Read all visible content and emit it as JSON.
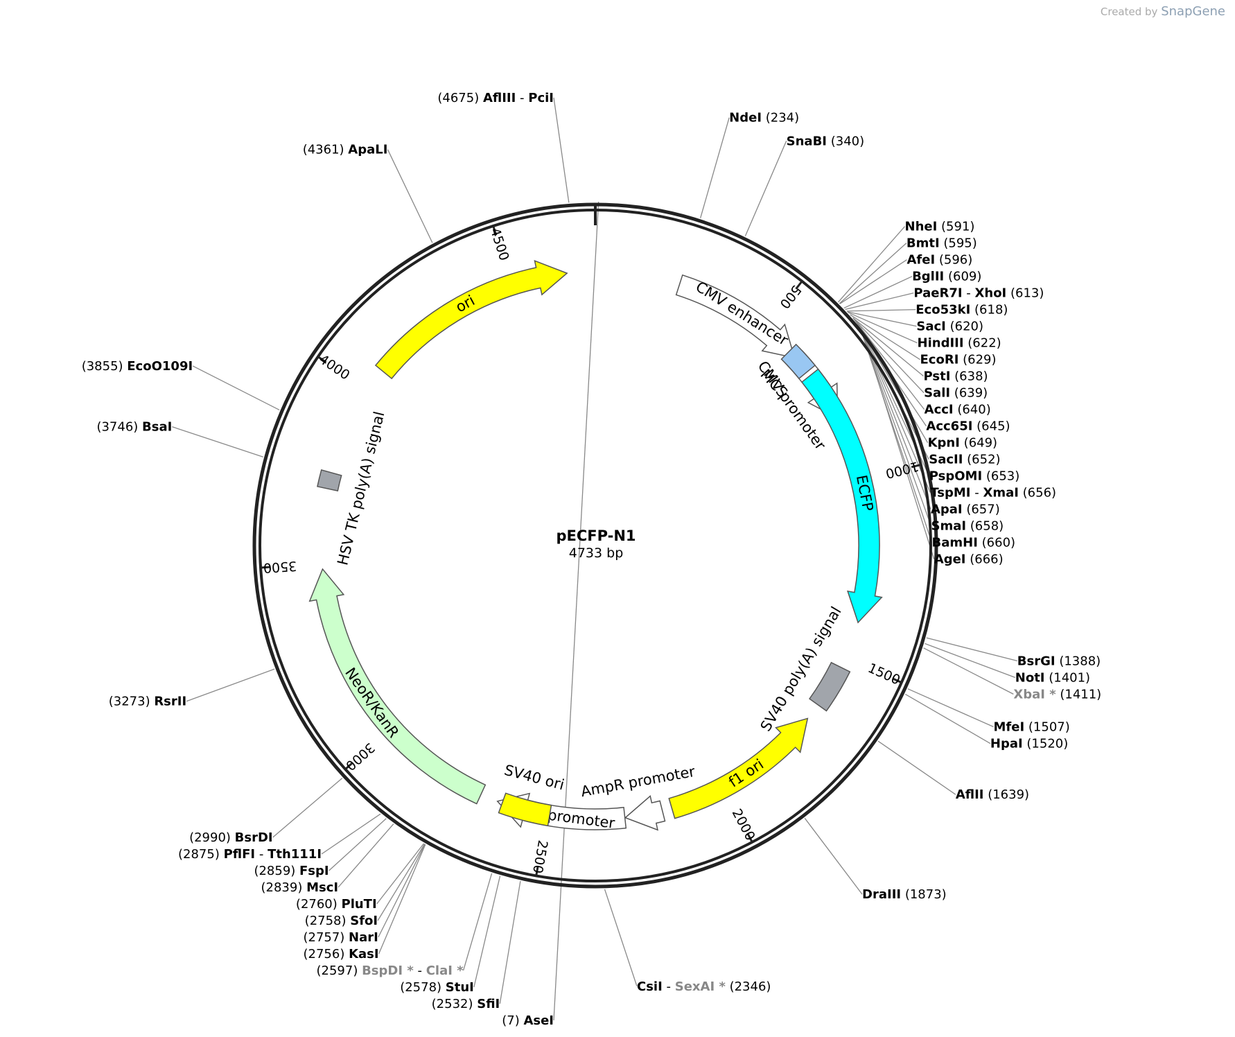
{
  "watermark": {
    "created_by": "Created by",
    "brand": "SnapGene"
  },
  "plasmid": {
    "name": "pECFP-N1",
    "size_label": "4733 bp",
    "length": 4733
  },
  "colors": {
    "ori": "#ffff00",
    "ecfp": "#00ffff",
    "mcs": "#99c7f2",
    "neor": "#ccffcc",
    "polya": "#a1a5ab",
    "outline_feature": "#ffffff",
    "backbone": "#222222"
  },
  "ticks": [
    {
      "bp": 500,
      "label": "500"
    },
    {
      "bp": 1000,
      "label": "1000"
    },
    {
      "bp": 1500,
      "label": "1500"
    },
    {
      "bp": 2000,
      "label": "2000"
    },
    {
      "bp": 2500,
      "label": "2500"
    },
    {
      "bp": 3000,
      "label": "3000"
    },
    {
      "bp": 3500,
      "label": "3500"
    },
    {
      "bp": 4000,
      "label": "4000"
    },
    {
      "bp": 4500,
      "label": "4500"
    }
  ],
  "features": [
    {
      "id": "cmv-enhancer",
      "label": "CMV enhancer",
      "kind": "arrow",
      "start": 235,
      "end": 614,
      "direction": "cw",
      "color": "outline_feature"
    },
    {
      "id": "cmv-promoter",
      "label": "CMV promoter",
      "kind": "arrow",
      "start": 615,
      "end": 818,
      "direction": "cw",
      "color": "outline_feature"
    },
    {
      "id": "mcs",
      "label": "MCS",
      "kind": "box",
      "start": 591,
      "end": 666,
      "color": "mcs"
    },
    {
      "id": "ecfp",
      "label": "ECFP",
      "kind": "arrow",
      "start": 679,
      "end": 1398,
      "direction": "cw",
      "color": "ecfp"
    },
    {
      "id": "sv40-polya",
      "label": "SV40 poly(A) signal",
      "kind": "box",
      "start": 1530,
      "end": 1651,
      "color": "polya"
    },
    {
      "id": "f1-ori",
      "label": "f1 ori",
      "kind": "arrow",
      "start": 1698,
      "end": 2153,
      "direction": "ccw",
      "color": "ori"
    },
    {
      "id": "ampr-promoter",
      "label": "AmpR promoter",
      "kind": "arrow",
      "start": 2180,
      "end": 2284,
      "direction": "cw",
      "color": "outline_feature"
    },
    {
      "id": "sv40-promoter",
      "label": "SV40 promoter",
      "kind": "arrow",
      "start": 2285,
      "end": 2642,
      "direction": "cw",
      "color": "outline_feature"
    },
    {
      "id": "sv40-ori",
      "label": "SV40 ori",
      "kind": "box",
      "start": 2493,
      "end": 2628,
      "color": "ori"
    },
    {
      "id": "neor",
      "label": "NeoR/KanR",
      "kind": "arrow",
      "start": 2691,
      "end": 3485,
      "direction": "cw",
      "color": "neor"
    },
    {
      "id": "hsv-polya",
      "label": "HSV TK poly(A) signal",
      "kind": "box",
      "start": 3721,
      "end": 3739,
      "color": "polya"
    },
    {
      "id": "ori",
      "label": "ori",
      "kind": "arrow",
      "start": 4067,
      "end": 4655,
      "direction": "cw",
      "color": "ori"
    }
  ],
  "sites": [
    {
      "bp": 4675,
      "pos": "(4675)",
      "names": [
        "AflIII",
        "PciI"
      ]
    },
    {
      "bp": 7,
      "pos": "(7)",
      "names": [
        "AseI"
      ]
    },
    {
      "bp": 234,
      "pos": "(234)",
      "names": [
        "NdeI"
      ]
    },
    {
      "bp": 340,
      "pos": "(340)",
      "names": [
        "SnaBI"
      ]
    },
    {
      "bp": 591,
      "pos": "(591)",
      "names": [
        "NheI"
      ]
    },
    {
      "bp": 595,
      "pos": "(595)",
      "names": [
        "BmtI"
      ]
    },
    {
      "bp": 596,
      "pos": "(596)",
      "names": [
        "AfeI"
      ]
    },
    {
      "bp": 609,
      "pos": "(609)",
      "names": [
        "BglII"
      ]
    },
    {
      "bp": 613,
      "pos": "(613)",
      "names": [
        "PaeR7I",
        "XhoI"
      ]
    },
    {
      "bp": 618,
      "pos": "(618)",
      "names": [
        "Eco53kI"
      ]
    },
    {
      "bp": 620,
      "pos": "(620)",
      "names": [
        "SacI"
      ]
    },
    {
      "bp": 622,
      "pos": "(622)",
      "names": [
        "HindIII"
      ]
    },
    {
      "bp": 629,
      "pos": "(629)",
      "names": [
        "EcoRI"
      ]
    },
    {
      "bp": 638,
      "pos": "(638)",
      "names": [
        "PstI"
      ]
    },
    {
      "bp": 639,
      "pos": "(639)",
      "names": [
        "SalI"
      ]
    },
    {
      "bp": 640,
      "pos": "(640)",
      "names": [
        "AccI"
      ]
    },
    {
      "bp": 645,
      "pos": "(645)",
      "names": [
        "Acc65I"
      ]
    },
    {
      "bp": 649,
      "pos": "(649)",
      "names": [
        "KpnI"
      ]
    },
    {
      "bp": 652,
      "pos": "(652)",
      "names": [
        "SacII"
      ]
    },
    {
      "bp": 653,
      "pos": "(653)",
      "names": [
        "PspOMI"
      ]
    },
    {
      "bp": 656,
      "pos": "(656)",
      "names": [
        "TspMI",
        "XmaI"
      ]
    },
    {
      "bp": 657,
      "pos": "(657)",
      "names": [
        "ApaI"
      ]
    },
    {
      "bp": 658,
      "pos": "(658)",
      "names": [
        "SmaI"
      ]
    },
    {
      "bp": 660,
      "pos": "(660)",
      "names": [
        "BamHI"
      ]
    },
    {
      "bp": 666,
      "pos": "(666)",
      "names": [
        "AgeI"
      ]
    },
    {
      "bp": 1388,
      "pos": "(1388)",
      "names": [
        "BsrGI"
      ]
    },
    {
      "bp": 1401,
      "pos": "(1401)",
      "names": [
        "NotI"
      ]
    },
    {
      "bp": 1411,
      "pos": "(1411)",
      "names": [
        "XbaI"
      ],
      "gray": true,
      "star": true
    },
    {
      "bp": 1507,
      "pos": "(1507)",
      "names": [
        "MfeI"
      ]
    },
    {
      "bp": 1520,
      "pos": "(1520)",
      "names": [
        "HpaI"
      ]
    },
    {
      "bp": 1639,
      "pos": "(1639)",
      "names": [
        "AflII"
      ]
    },
    {
      "bp": 1873,
      "pos": "(1873)",
      "names": [
        "DraIII"
      ]
    },
    {
      "bp": 2346,
      "pos": "(2346)",
      "names": [
        "CsiI",
        "SexAI"
      ],
      "gray2": true
    },
    {
      "bp": 2532,
      "pos": "(2532)",
      "names": [
        "SfiI"
      ]
    },
    {
      "bp": 2578,
      "pos": "(2578)",
      "names": [
        "StuI"
      ]
    },
    {
      "bp": 2597,
      "pos": "(2597)",
      "names": [
        "BspDI",
        "ClaI"
      ],
      "gray": true,
      "star": true
    },
    {
      "bp": 2756,
      "pos": "(2756)",
      "names": [
        "KasI"
      ]
    },
    {
      "bp": 2757,
      "pos": "(2757)",
      "names": [
        "NarI"
      ]
    },
    {
      "bp": 2758,
      "pos": "(2758)",
      "names": [
        "SfoI"
      ]
    },
    {
      "bp": 2760,
      "pos": "(2760)",
      "names": [
        "PluTI"
      ]
    },
    {
      "bp": 2839,
      "pos": "(2839)",
      "names": [
        "MscI"
      ]
    },
    {
      "bp": 2859,
      "pos": "(2859)",
      "names": [
        "FspI"
      ]
    },
    {
      "bp": 2875,
      "pos": "(2875)",
      "names": [
        "PflFI",
        "Tth111I"
      ]
    },
    {
      "bp": 2990,
      "pos": "(2990)",
      "names": [
        "BsrDI"
      ]
    },
    {
      "bp": 3273,
      "pos": "(3273)",
      "names": [
        "RsrII"
      ]
    },
    {
      "bp": 3746,
      "pos": "(3746)",
      "names": [
        "BsaI"
      ]
    },
    {
      "bp": 3855,
      "pos": "(3855)",
      "names": [
        "EcoO109I"
      ]
    },
    {
      "bp": 4361,
      "pos": "(4361)",
      "names": [
        "ApaLI"
      ]
    }
  ]
}
